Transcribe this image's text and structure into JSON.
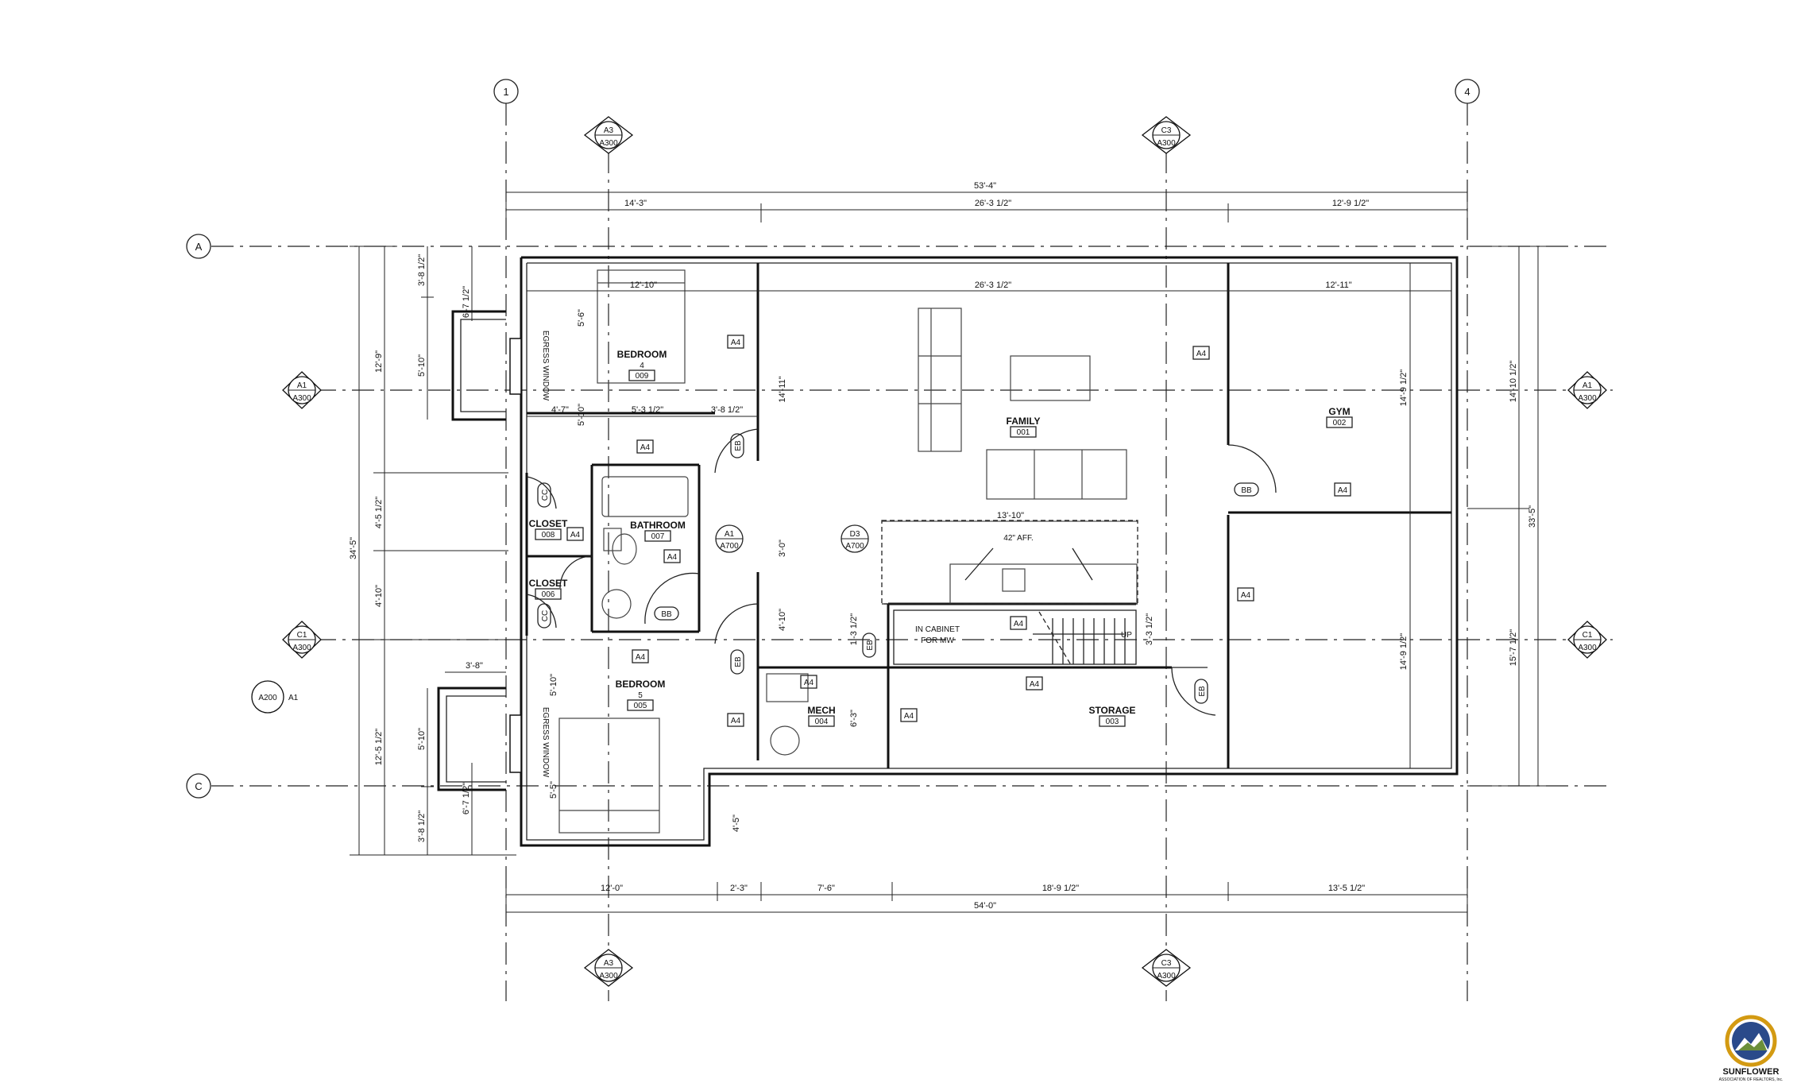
{
  "grid": {
    "col1": "1",
    "col4": "4",
    "rowA": "A",
    "rowC": "C"
  },
  "section_markers": {
    "a3_top": {
      "ref": "A3",
      "sheet": "A300"
    },
    "c3_top": {
      "ref": "C3",
      "sheet": "A300"
    },
    "a3_bottom": {
      "ref": "A3",
      "sheet": "A300"
    },
    "c3_bottom": {
      "ref": "C3",
      "sheet": "A300"
    },
    "a1_left": {
      "ref": "A1",
      "sheet": "A300"
    },
    "c1_left": {
      "ref": "C1",
      "sheet": "A300"
    },
    "a1_right": {
      "ref": "A1",
      "sheet": "A300"
    },
    "c1_right": {
      "ref": "C1",
      "sheet": "A300"
    },
    "a200": {
      "ref": "A200",
      "sheet": "A1"
    },
    "a1_detail": {
      "ref": "A1",
      "sheet": "A700"
    },
    "d3_detail": {
      "ref": "D3",
      "sheet": "A700"
    }
  },
  "rooms": {
    "bedroom4": {
      "name": "BEDROOM",
      "sub": "4",
      "num": "009"
    },
    "family": {
      "name": "FAMILY",
      "num": "001"
    },
    "gym": {
      "name": "GYM",
      "num": "002"
    },
    "closet1": {
      "name": "CLOSET",
      "num": "008"
    },
    "bathroom": {
      "name": "BATHROOM",
      "num": "007"
    },
    "closet2": {
      "name": "CLOSET",
      "num": "006"
    },
    "bedroom5": {
      "name": "BEDROOM",
      "sub": "5",
      "num": "005"
    },
    "mech": {
      "name": "MECH",
      "num": "004"
    },
    "storage": {
      "name": "STORAGE",
      "num": "003"
    }
  },
  "labels": {
    "egress1": "EGRESS WINDOW",
    "egress2": "EGRESS WINDOW",
    "aff": "42\" AFF.",
    "cabinet1": "IN CABINET",
    "cabinet2": "FOR MW",
    "up": "UP",
    "cc": "CC",
    "bb": "BB",
    "eb": "EB",
    "a4": "A4"
  },
  "dimensions": {
    "top_total": "53'-4\"",
    "top_1": "14'-3\"",
    "top_2": "26'-3 1/2\"",
    "top_3": "12'-9 1/2\"",
    "in_bed4_w": "12'-10\"",
    "in_family_w": "26'-3 1/2\"",
    "in_gym_w": "12'-11\"",
    "bath_1": "4'-7\"",
    "bath_2": "5'-3 1/2\"",
    "bath_3": "3'-8 1/2\"",
    "kitchen_w": "13'-10\"",
    "bot_total": "54'-0\"",
    "bot_1": "12'-0\"",
    "bot_2": "2'-3\"",
    "bot_3": "7'-6\"",
    "bot_4": "18'-9 1/2\"",
    "bot_5": "13'-5 1/2\"",
    "left_total": "34'-5\"",
    "left_a": "12'-9\"",
    "left_b": "4'-5 1/2\"",
    "left_c": "4'-10\"",
    "left_d": "12'-5 1/2\"",
    "left_e": "3'-8 1/2\"",
    "left_f": "5'-10\"",
    "left_g": "6'-7 1/2\"",
    "left_h": "3'-8 1/2\"",
    "left_i": "5'-10\"",
    "left_j": "6'-7 1/2\"",
    "egress_w": "3'-8\"",
    "v_5_6": "5'-6\"",
    "v_5_10": "5'-10\"",
    "v_5_10b": "5'-10\"",
    "v_5_5": "5'-5\"",
    "v_14_11": "14'-11\"",
    "v_3_0": "3'-0\"",
    "v_4_10": "4'-10\"",
    "v_4_5": "4'-5\"",
    "v_6_3": "6'-3\"",
    "v_1_3": "1'-3 1/2\"",
    "v_3_3": "3'-3 1/2\"",
    "gym_14_9": "14'-9 1/2\"",
    "stor_14_9": "14'-9 1/2\"",
    "right_a": "14'-10 1/2\"",
    "right_b": "15'-7 1/2\"",
    "right_total": "33'-5\""
  },
  "logo": {
    "name": "SUNFLOWER",
    "sub": "ASSOCIATION OF REALTORS, Inc."
  }
}
